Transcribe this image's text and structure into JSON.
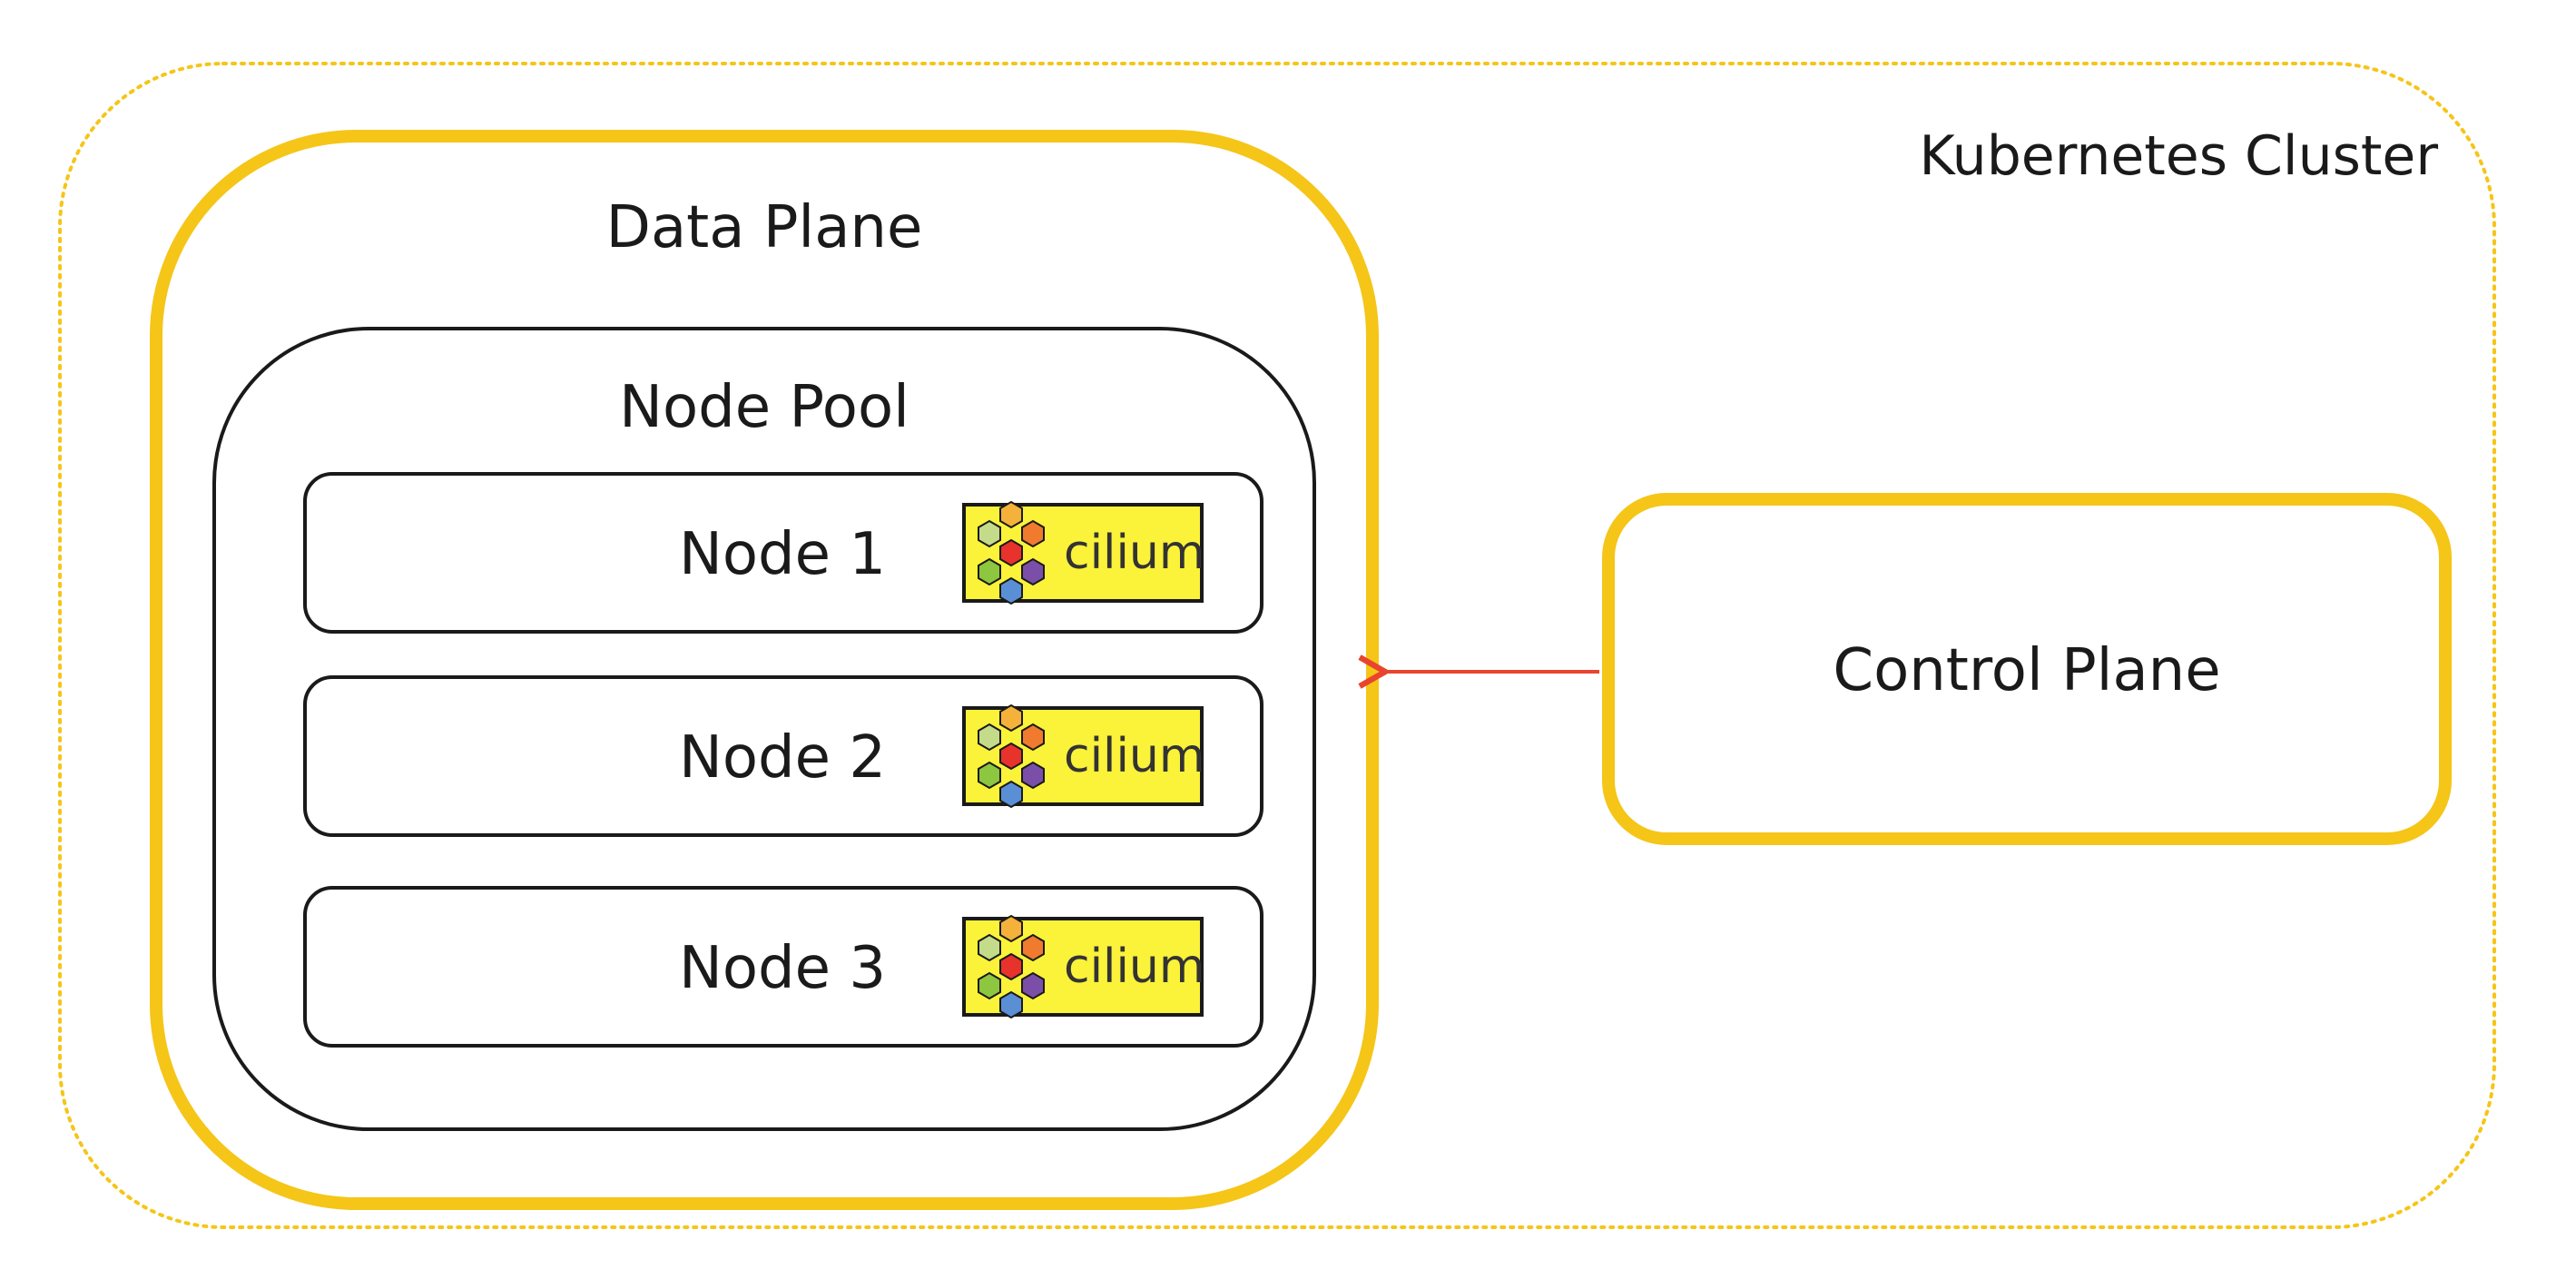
{
  "cluster": {
    "label": "Kubernetes Cluster"
  },
  "data_plane": {
    "label": "Data Plane",
    "node_pool": {
      "label": "Node Pool",
      "nodes": [
        {
          "label": "Node 1",
          "badge": "cilium"
        },
        {
          "label": "Node 2",
          "badge": "cilium"
        },
        {
          "label": "Node 3",
          "badge": "cilium"
        }
      ]
    }
  },
  "control_plane": {
    "label": "Control Plane"
  },
  "connections": [
    {
      "from": "Control Plane",
      "to": "Data Plane"
    }
  ],
  "colors": {
    "plane_border": "#F5C518",
    "cluster_border": "#F5C518",
    "box_border": "#1a1a1a",
    "arrow": "#E8452C",
    "cilium_bg": "#FBF23A"
  },
  "icons": {
    "cilium_logo": "cilium-hexagon-logo-icon"
  }
}
